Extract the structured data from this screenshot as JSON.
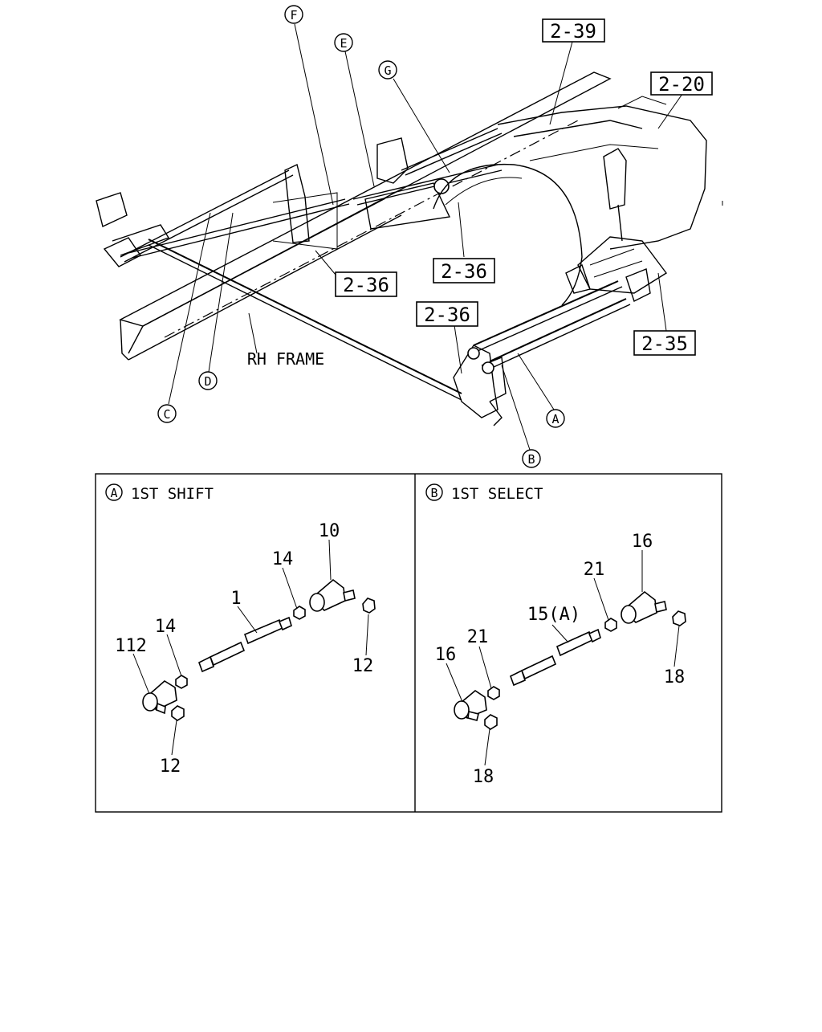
{
  "diagram": {
    "ref_boxes": [
      "2-39",
      "2-20",
      "2-36",
      "2-36",
      "2-36",
      "2-35"
    ],
    "callouts": [
      "F",
      "E",
      "G",
      "D",
      "C",
      "A",
      "B"
    ],
    "frame_label": "RH FRAME"
  },
  "panel_a": {
    "marker": "A",
    "title": "1ST SHIFT",
    "parts": [
      "10",
      "14",
      "1",
      "14",
      "112",
      "12",
      "12"
    ]
  },
  "panel_b": {
    "marker": "B",
    "title": "1ST SELECT",
    "parts": [
      "16",
      "21",
      "15(A)",
      "21",
      "16",
      "18",
      "18"
    ]
  }
}
